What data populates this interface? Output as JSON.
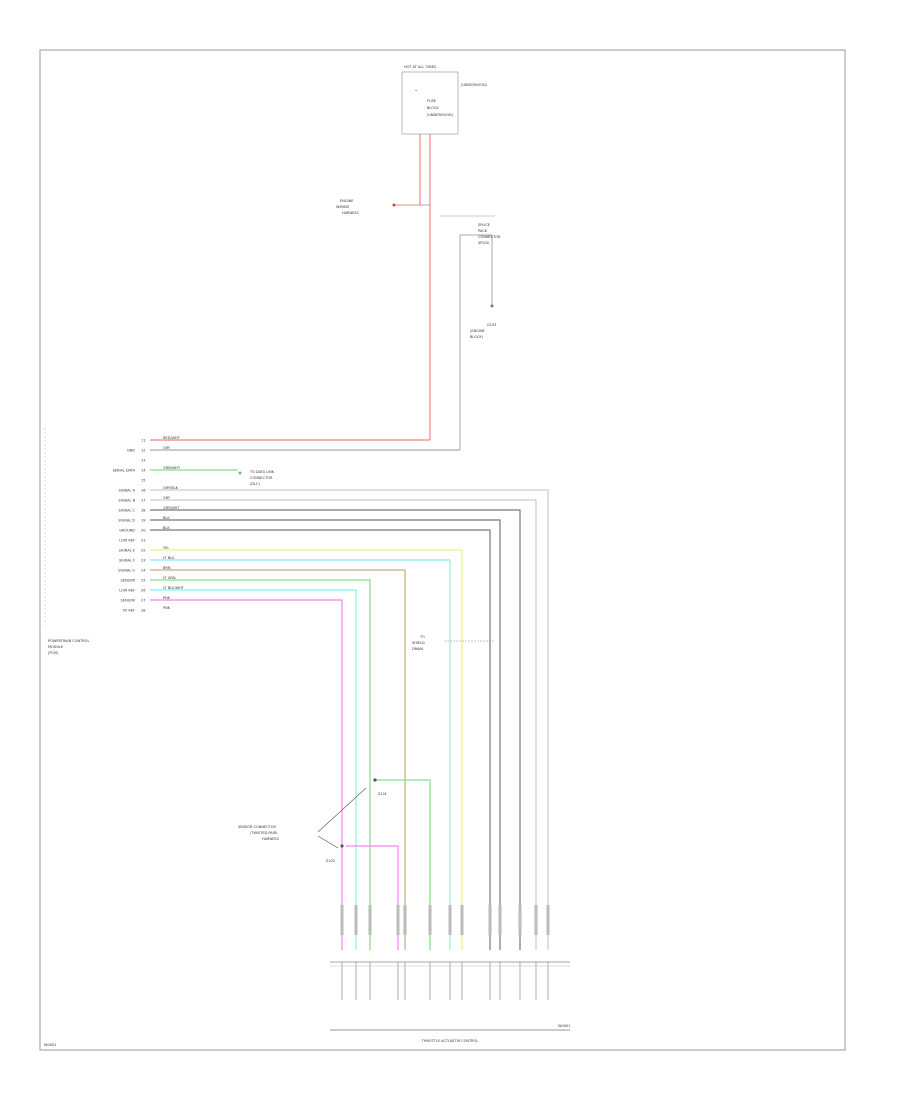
{
  "colors": {
    "red": "#ee8888",
    "gray": "#aaaaaa",
    "light_gray": "#cccccc",
    "dark_gray": "#777777",
    "green": "#88dd88",
    "yellow": "#eeee88",
    "cyan": "#88eeee",
    "tan": "#ccaa77",
    "magenta": "#ee88ee",
    "frame": "#999999"
  },
  "module": {
    "title_lines": [
      "POWERTRAIN CONTROL",
      "MODULE",
      "(PCM)"
    ],
    "pins": [
      {
        "num": "11",
        "name": "",
        "wire": "RED/WHT",
        "color": "red"
      },
      {
        "num": "12",
        "name": "GND",
        "wire": "GRY",
        "color": "gray"
      },
      {
        "num": "13",
        "name": "",
        "wire": "",
        "color": ""
      },
      {
        "num": "14",
        "name": "SERIAL DATA",
        "wire": "GRN/WHT",
        "color": "green"
      },
      {
        "num": "15",
        "name": "",
        "wire": "",
        "color": ""
      },
      {
        "num": "16",
        "name": "SIGNAL A",
        "wire": "GRY/BLK",
        "color": "light_gray"
      },
      {
        "num": "17",
        "name": "SIGNAL B",
        "wire": "GRY",
        "color": "light_gray"
      },
      {
        "num": "18",
        "name": "SIGNAL C",
        "wire": "GRY/WHT",
        "color": "dark_gray"
      },
      {
        "num": "19",
        "name": "SIGNAL D",
        "wire": "BLK",
        "color": "dark_gray"
      },
      {
        "num": "20",
        "name": "GROUND",
        "wire": "BLK",
        "color": "dark_gray"
      },
      {
        "num": "21",
        "name": "LOW REF",
        "wire": "",
        "color": ""
      },
      {
        "num": "22",
        "name": "SIGNAL E",
        "wire": "YEL",
        "color": "yellow"
      },
      {
        "num": "23",
        "name": "SIGNAL F",
        "wire": "LT BLU",
        "color": "cyan"
      },
      {
        "num": "24",
        "name": "SIGNAL G",
        "wire": "BRN",
        "color": "tan"
      },
      {
        "num": "25",
        "name": "SENSOR",
        "wire": "LT GRN",
        "color": "green"
      },
      {
        "num": "26",
        "name": "LOW REF",
        "wire": "LT BLU/WHT",
        "color": "cyan"
      },
      {
        "num": "27",
        "name": "SENSOR",
        "wire": "PNK",
        "color": "magenta"
      },
      {
        "num": "28",
        "name": "5V REF",
        "wire": "PNK",
        "color": "magenta"
      }
    ]
  },
  "fuse": {
    "heading": "HOT AT ALL TIMES",
    "label_lines": [
      "FUSE",
      "BLOCK",
      "(UNDERHOOD)"
    ]
  },
  "labels": {
    "underhood": [
      "ENGINE",
      "WIRING",
      "HARNESS"
    ],
    "junction": [
      "SPLICE",
      "PACK",
      "CONNECTOR",
      "SP200"
    ],
    "ground": [
      "G103",
      "(ENGINE",
      "BLOCK)"
    ],
    "serial_dest": [
      "TO DATA LINK",
      "CONNECTOR",
      "(DLC)"
    ],
    "shield": [
      "TO",
      "SHIELD",
      "DRAIN"
    ],
    "sensor_connector": [
      "SENSOR CONNECTOR",
      "(TWISTED PAIR)",
      "HARNESS"
    ],
    "splice_a": "S101",
    "splice_b": "S102",
    "bottom_device": "THROTTLE ACTUATOR CONTROL",
    "figure_id": "W0001"
  }
}
